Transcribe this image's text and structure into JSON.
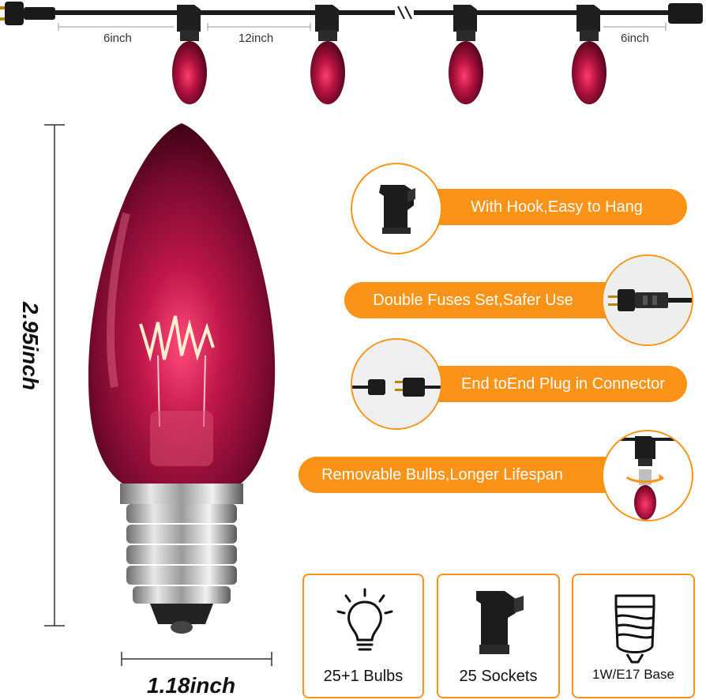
{
  "dimensions": {
    "end_spacing_left": "6inch",
    "bulb_spacing": "12inch",
    "end_spacing_right": "6inch",
    "bulb_height": "2.95inch",
    "bulb_width": "1.18inch"
  },
  "features": [
    {
      "text": "With Hook,Easy to Hang",
      "icon": "hook-socket-icon"
    },
    {
      "text": "Double Fuses Set,Safer Use",
      "icon": "fused-plug-icon"
    },
    {
      "text": "End toEnd Plug in Connector",
      "icon": "connector-plug-icon"
    },
    {
      "text": "Removable Bulbs,Longer Lifespan",
      "icon": "removable-bulb-icon"
    }
  ],
  "specs": [
    {
      "label": "25+1 Bulbs",
      "icon": "light-bulb-icon"
    },
    {
      "label": "25 Sockets",
      "icon": "socket-icon"
    },
    {
      "label": "1W/E17 Base",
      "icon": "e17-base-icon"
    }
  ],
  "colors": {
    "accent": "#fb9318",
    "bulb_glass": "#8e0a35",
    "cord": "#1a1a1a"
  }
}
